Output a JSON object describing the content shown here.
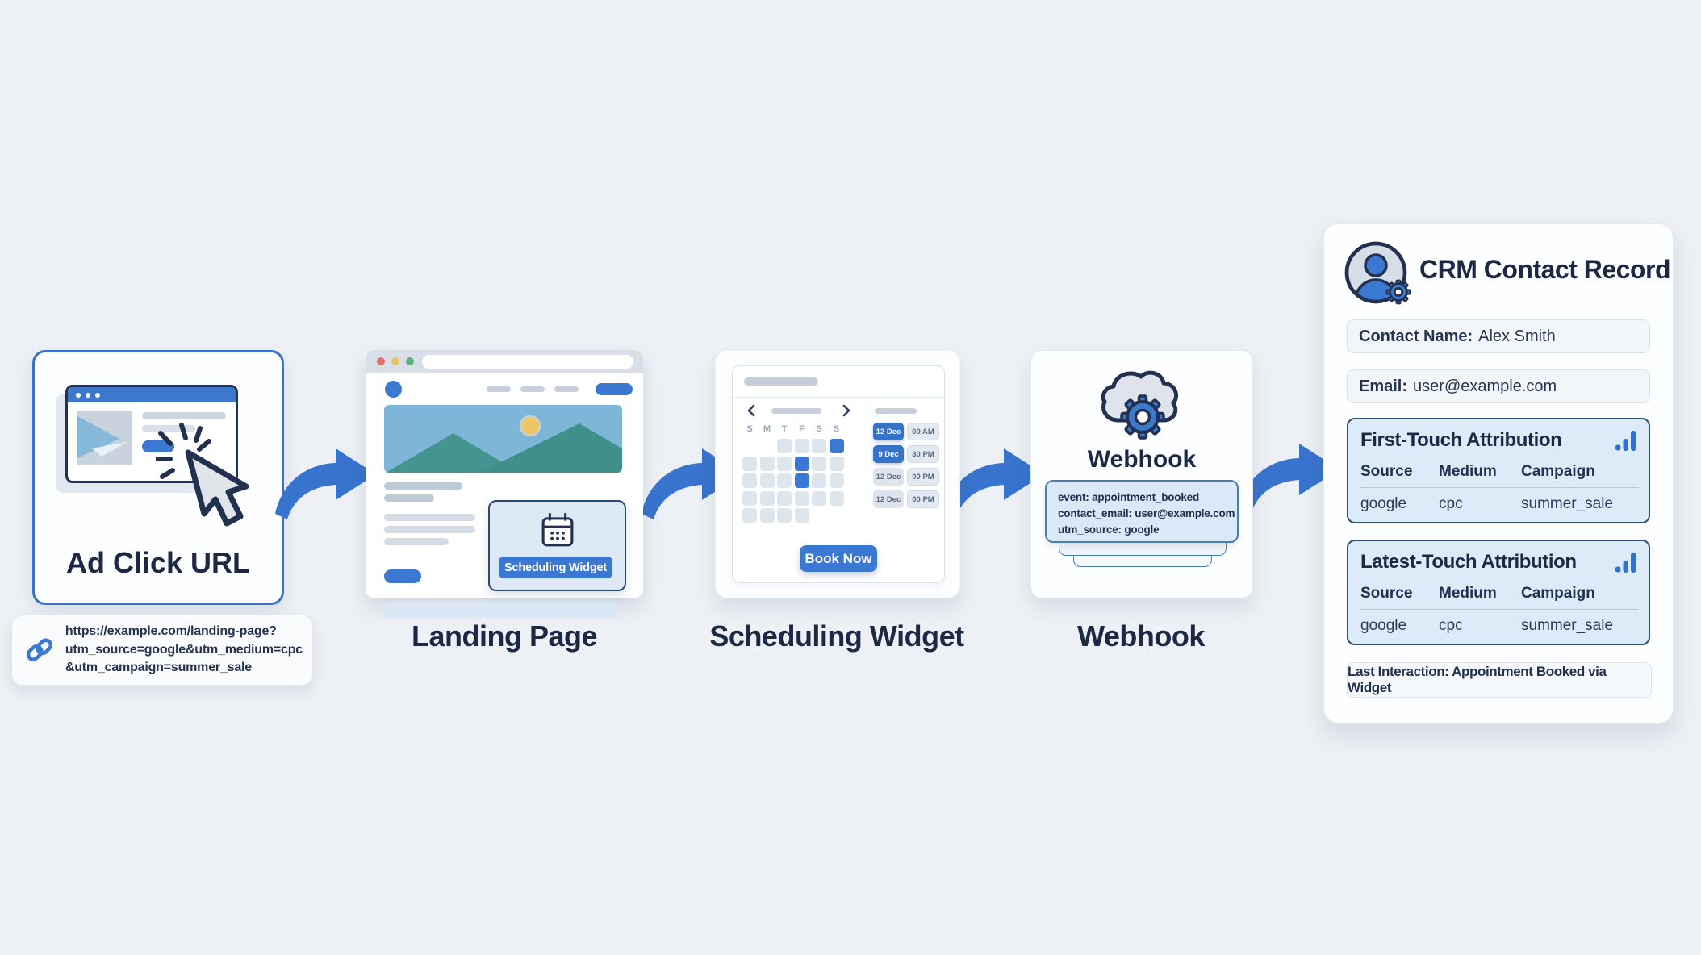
{
  "stages": {
    "ad_click": {
      "label": "Ad Click URL"
    },
    "landing": {
      "label": "Landing Page"
    },
    "scheduling": {
      "label": "Scheduling Widget"
    },
    "webhook": {
      "label": "Webhook"
    }
  },
  "ad_click": {
    "url_lines": [
      "https://example.com/landing-page?",
      "utm_source=google&utm_medium=cpc",
      "&utm_campaign=summer_sale"
    ]
  },
  "landing": {
    "widget_button": "Scheduling Widget"
  },
  "scheduling": {
    "days": [
      "S",
      "M",
      "T",
      "F",
      "S",
      "S"
    ],
    "calendar_rows": [
      [
        0,
        0,
        1,
        1,
        1,
        2
      ],
      [
        1,
        1,
        1,
        2,
        1,
        1
      ],
      [
        1,
        1,
        1,
        2,
        1,
        1
      ],
      [
        1,
        1,
        1,
        1,
        1,
        1
      ],
      [
        1,
        1,
        1,
        1,
        0,
        0
      ]
    ],
    "slots": [
      {
        "date": "12 Dec",
        "time": "00 AM",
        "selected": true
      },
      {
        "date": "9 Dec",
        "time": "30 PM",
        "selected": true
      },
      {
        "date": "12 Dec",
        "time": "00 PM",
        "selected": false
      },
      {
        "date": "12 Dec",
        "time": "00 PM",
        "selected": false
      }
    ],
    "book_button": "Book Now"
  },
  "webhook": {
    "card_title": "Webhook",
    "payload": [
      "event: appointment_booked",
      "contact_email: user@example.com",
      "utm_source: google"
    ]
  },
  "crm": {
    "title": "CRM Contact Record",
    "fields": {
      "contact": {
        "label": "Contact Name:",
        "value": "Alex Smith"
      },
      "email": {
        "label": "Email:",
        "value": "user@example.com"
      }
    },
    "first_touch": {
      "title": "First-Touch Attribution",
      "headers": [
        "Source",
        "Medium",
        "Campaign"
      ],
      "row": [
        "google",
        "cpc",
        "summer_sale"
      ]
    },
    "latest_touch": {
      "title": "Latest-Touch Attribution",
      "headers": [
        "Source",
        "Medium",
        "Campaign"
      ],
      "row": [
        "google",
        "cpc",
        "summer_sale"
      ]
    },
    "last_interaction": "Last Interaction: Appointment Booked via Widget"
  },
  "colors": {
    "accent_blue": "#3b78d1",
    "dark_navy": "#1b2945",
    "panel_blue": "#dcebf7",
    "arrow_blue": "#3873cd",
    "teal_mountain": "#42928d",
    "sky": "#7eb6da",
    "sun": "#ecc767"
  }
}
